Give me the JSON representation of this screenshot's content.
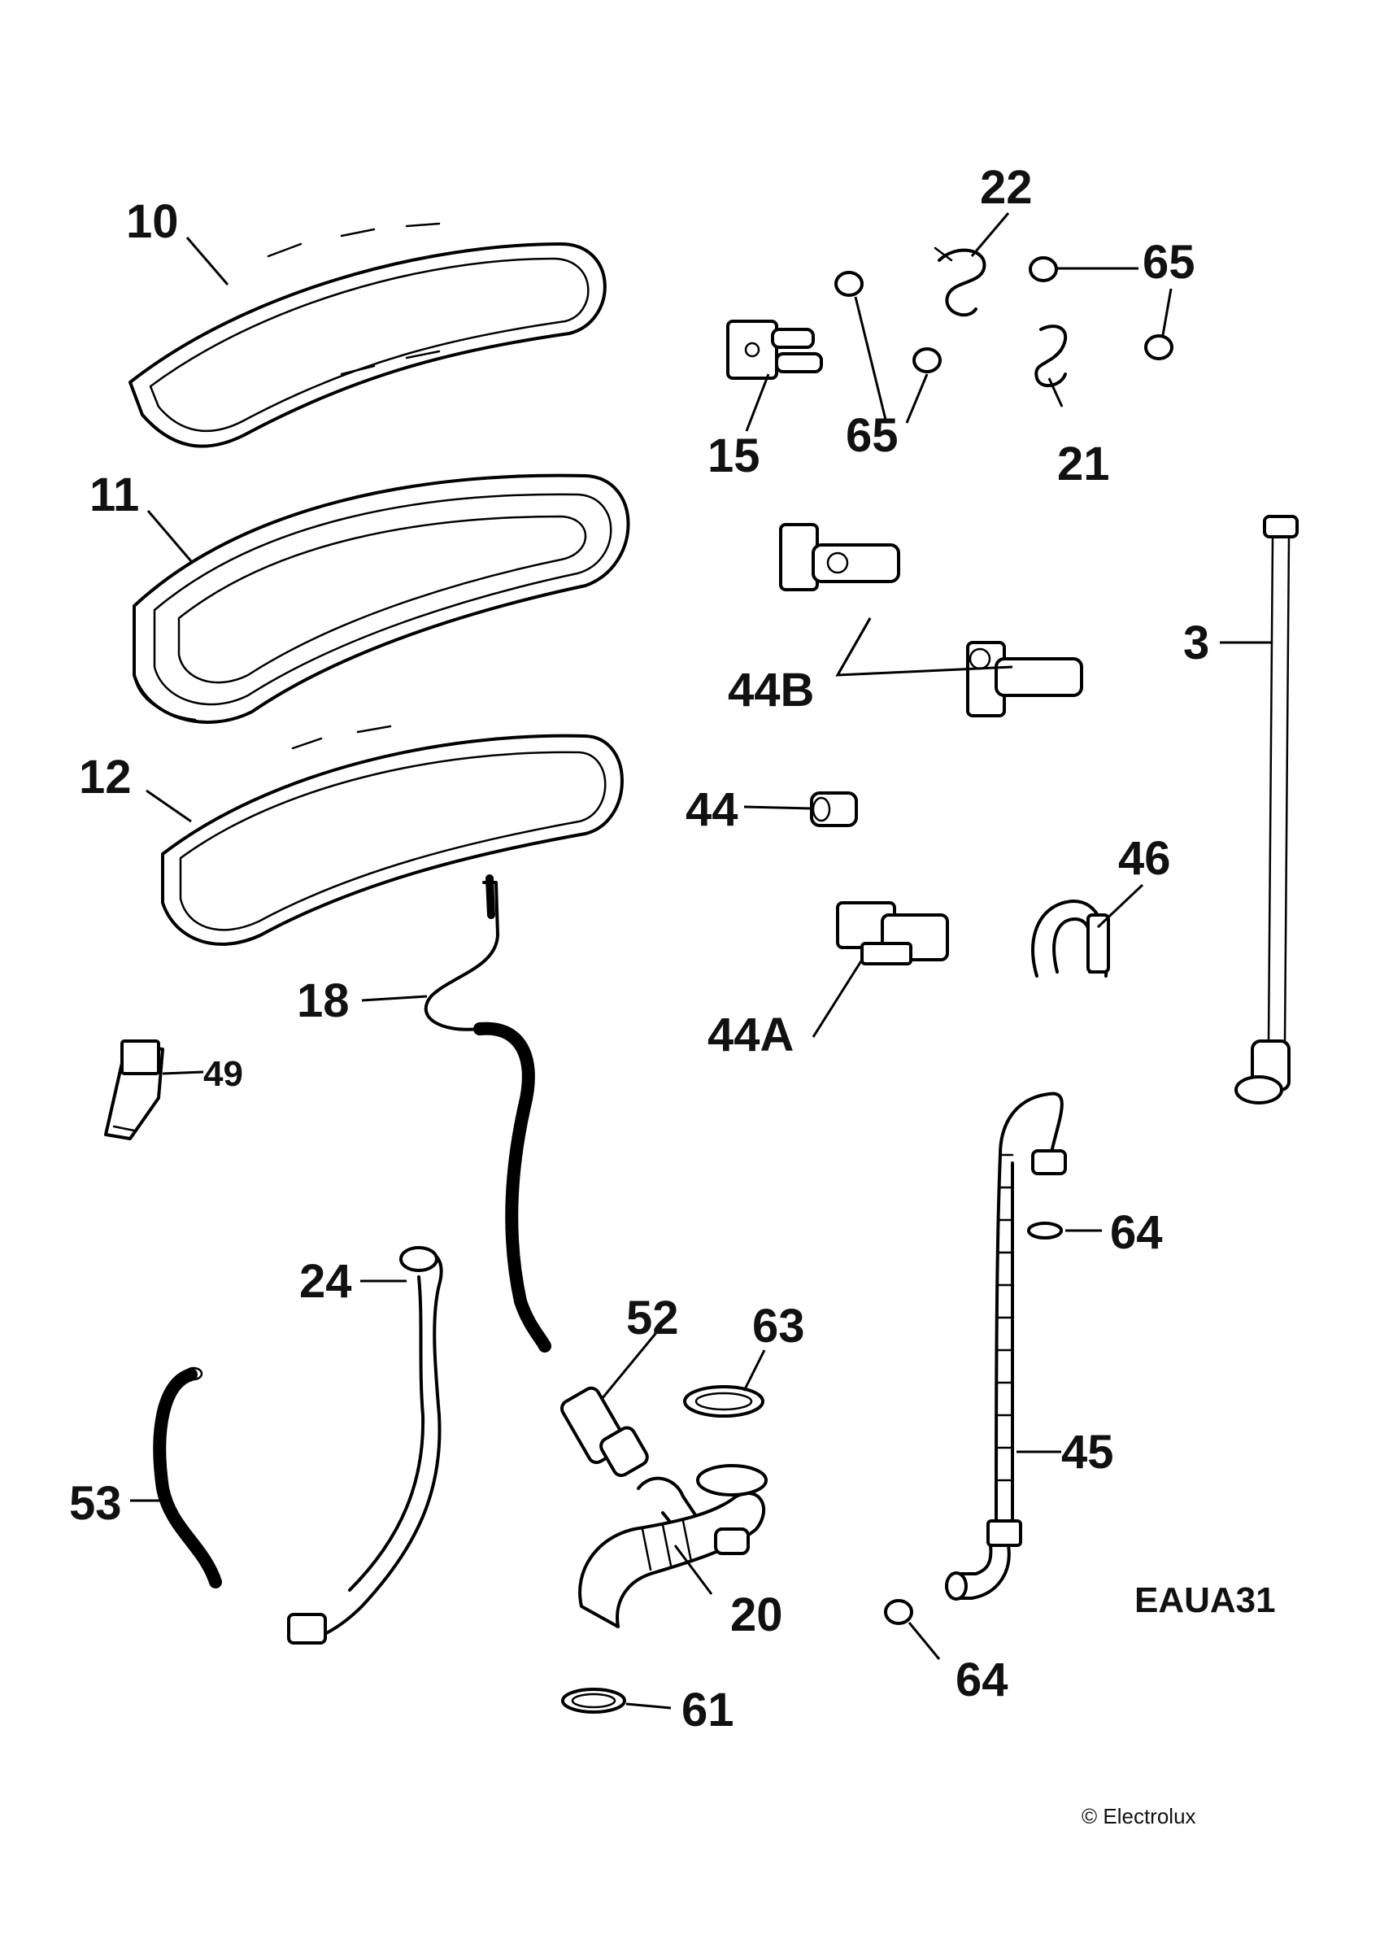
{
  "diagram": {
    "code": "EAUA31",
    "copyright": "© Electrolux",
    "labels": {
      "p10": "10",
      "p11": "11",
      "p12": "12",
      "p15": "15",
      "p22": "22",
      "p65a": "65",
      "p65b": "65",
      "p21": "21",
      "p3": "3",
      "p44b": "44B",
      "p44": "44",
      "p46": "46",
      "p44a": "44A",
      "p18": "18",
      "p49": "49",
      "p24": "24",
      "p52": "52",
      "p63": "63",
      "p64a": "64",
      "p45": "45",
      "p53": "53",
      "p20": "20",
      "p64b": "64",
      "p61": "61"
    }
  }
}
